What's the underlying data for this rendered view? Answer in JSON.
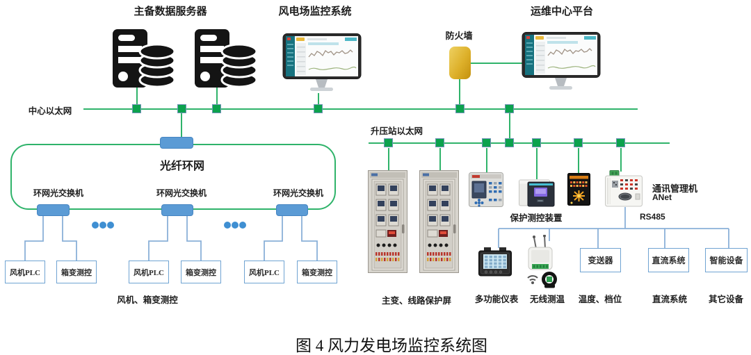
{
  "top": {
    "servers_label": "主备数据服务器",
    "scada_label": "风电场监控系统",
    "ops_label": "运维中心平台",
    "firewall_label": "防火墙"
  },
  "networks": {
    "central_label": "中心以太网",
    "booster_label": "升压站以太网"
  },
  "ring": {
    "title": "光纤环网",
    "switch_label": "环网光交换机",
    "groups": [
      {
        "plc": "风机PLC",
        "box": "箱变测控"
      },
      {
        "plc": "风机PLC",
        "box": "箱变测控"
      },
      {
        "plc": "风机PLC",
        "box": "箱变测控"
      }
    ],
    "footer_label": "风机、箱变测控"
  },
  "station": {
    "cabinets_label": "主变、线路保护屏",
    "protection_label": "保护测控装置",
    "gateway": {
      "line1": "通讯管理机",
      "line2": "ANet",
      "bus": "RS485"
    },
    "columns": [
      {
        "label": "多功能仪表"
      },
      {
        "label": "无线测温"
      },
      {
        "box": "变送器",
        "label": "温度、档位"
      },
      {
        "box": "直流系统",
        "label": "直流系统"
      },
      {
        "box": "智能设备",
        "label": "其它设备"
      }
    ]
  },
  "caption": "图 4 风力发电场监控系统图",
  "colors": {
    "network_green": "#2fb36a",
    "node_green": "#0ca24d",
    "switch_blue": "#5b9bd5",
    "connector_blue": "#8ab0d8",
    "firewall_gold": "#ddb02a"
  }
}
